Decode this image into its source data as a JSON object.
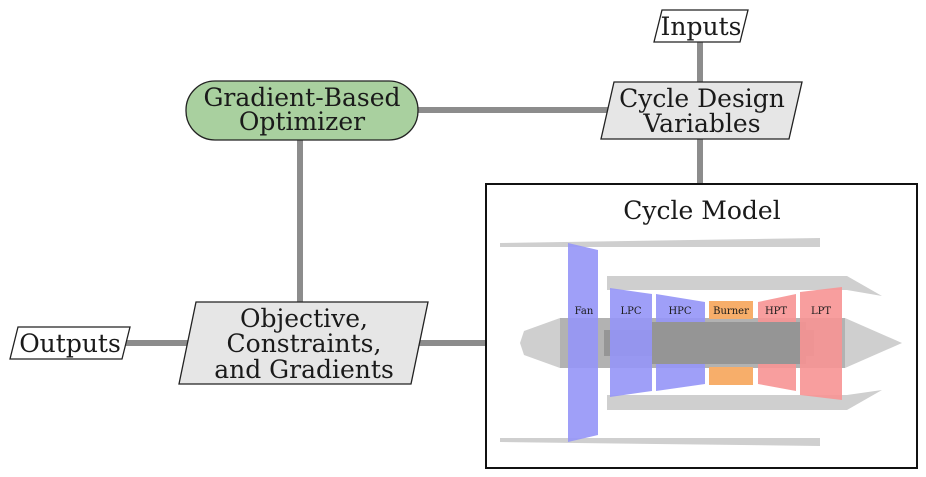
{
  "nodes": {
    "inputs": {
      "label": "Inputs"
    },
    "outputs": {
      "label": "Outputs"
    },
    "optimizer": {
      "line1": "Gradient-Based",
      "line2": "Optimizer"
    },
    "design_vars": {
      "line1": "Cycle Design",
      "line2": "Variables"
    },
    "objective": {
      "line1": "Objective,",
      "line2": "Constraints,",
      "line3": "and Gradients"
    },
    "cycle_model": {
      "title": "Cycle Model"
    }
  },
  "engine": {
    "components": {
      "fan": "Fan",
      "lpc": "LPC",
      "hpc": "HPC",
      "burner": "Burner",
      "hpt": "HPT",
      "lpt": "LPT"
    }
  },
  "colors": {
    "optimizer_fill": "#a9d09f",
    "data_fill": "#e6e6e6",
    "connector": "#8c8c8c",
    "engine_gray": "#cfcfcf",
    "compressor_blue": "#9595f7",
    "turbine_red": "#f79393",
    "burner_orange": "#f7ae6a"
  }
}
